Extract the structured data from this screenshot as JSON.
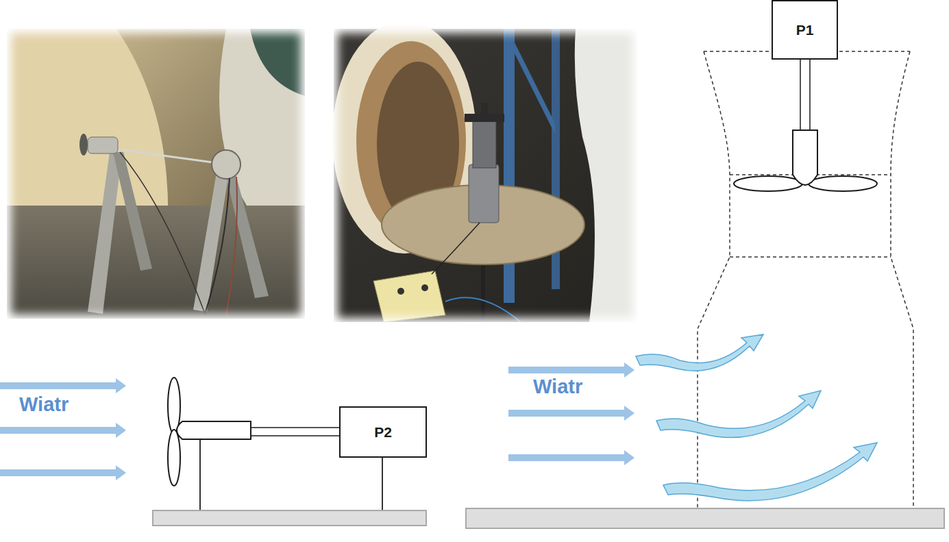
{
  "diagram": {
    "nodes": [
      {
        "text": [
          "P1"
        ]
      },
      {
        "text": [
          "P2"
        ]
      }
    ],
    "labels": [
      "Wiatr",
      "Wiatr"
    ]
  }
}
